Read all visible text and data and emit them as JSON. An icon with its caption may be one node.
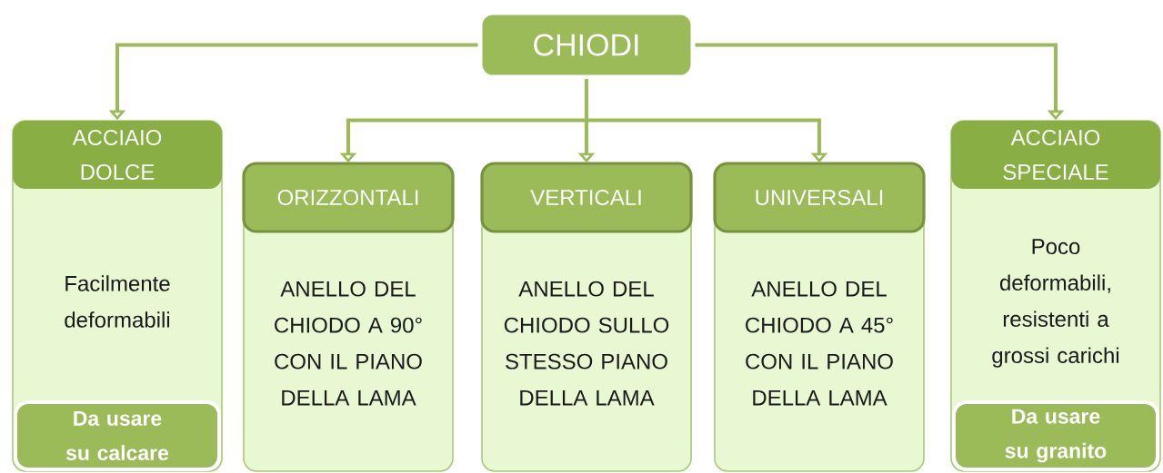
{
  "diagram": {
    "nodes": [
      {
        "text": [
          "CHIODI"
        ]
      },
      {
        "text": [
          "ACCIAIO DOLCE",
          "Facilmente deformabili"
        ]
      },
      {
        "text": [
          "Da usare su calcare"
        ],
        "in": 1
      },
      {
        "text": [
          "ORIZZONTALI",
          "ANELLO DEL CHIODO A 90° CON IL PIANO DELLA LAMA"
        ]
      },
      {
        "text": [
          "VERTICALI",
          "ANELLO DEL CHIODO SULLO STESSO PIANO DELLA LAMA"
        ]
      },
      {
        "text": [
          "UNIVERSALI",
          "ANELLO DEL CHIODO A 45° CON IL PIANO DELLA LAMA"
        ]
      },
      {
        "text": [
          "ACCIAIO SPECIALE",
          "Poco deformabili, resistenti a grossi carichi"
        ]
      },
      {
        "text": [
          "Da usare su granito"
        ],
        "in": 6
      }
    ],
    "edges": [
      {
        "from": 0,
        "to": 1,
        "arrow": "to"
      },
      {
        "from": 0,
        "to": 3,
        "arrow": "to"
      },
      {
        "from": 0,
        "to": 4,
        "arrow": "to"
      },
      {
        "from": 0,
        "to": 5,
        "arrow": "to"
      },
      {
        "from": 0,
        "to": 6,
        "arrow": "to"
      }
    ]
  }
}
